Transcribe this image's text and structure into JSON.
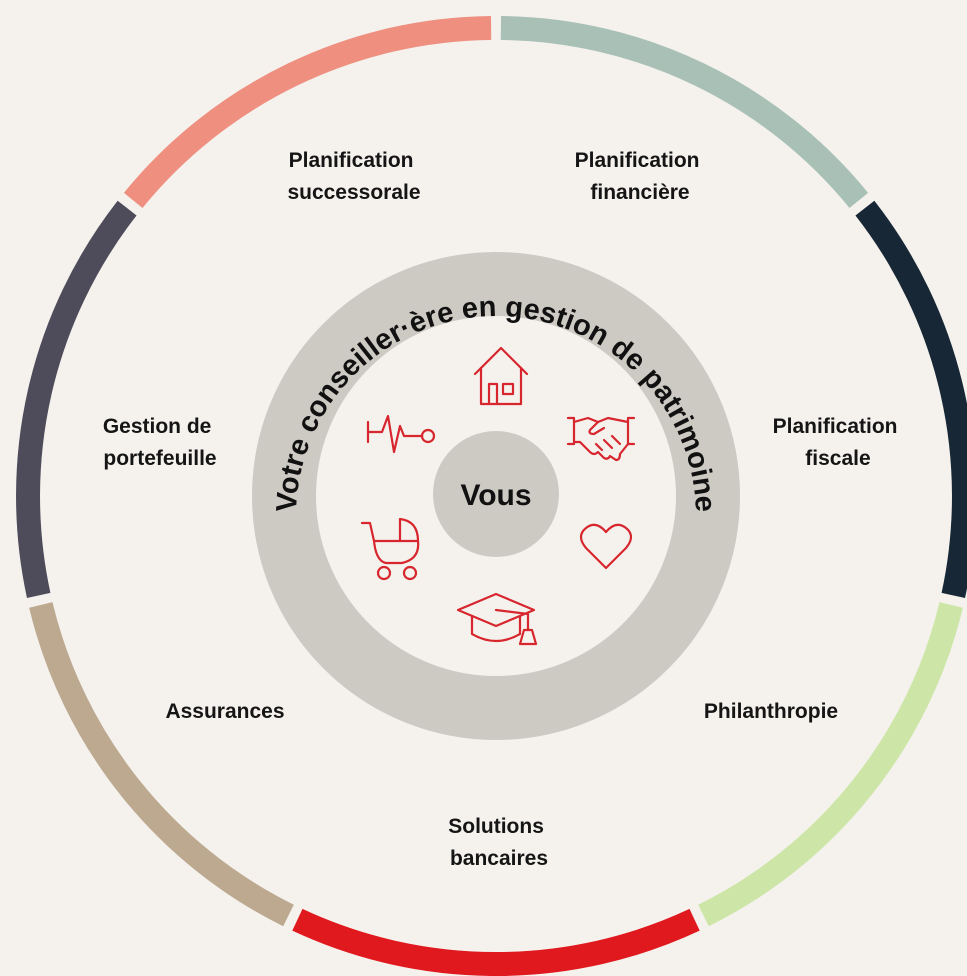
{
  "diagram": {
    "ring_title": "Votre conseiller·ère en gestion de patrimoine",
    "center_label": "Vous",
    "colors": {
      "background": "#f5f2ee",
      "ring": "#cdc9c3",
      "inner_disc": "#cdc9c3",
      "icon": "#d7262d"
    },
    "segments": [
      {
        "label": "Planification financière",
        "lines": [
          "Planification",
          "financière"
        ],
        "color": "#a8c0b6"
      },
      {
        "label": "Planification fiscale",
        "lines": [
          "Planification",
          "fiscale"
        ],
        "color": "#172735"
      },
      {
        "label": "Philanthropie",
        "lines": [
          "Philanthropie"
        ],
        "color": "#cde6a8"
      },
      {
        "label": "Solutions bancaires",
        "lines": [
          "Solutions",
          "bancaires"
        ],
        "color": "#e0191e"
      },
      {
        "label": "Assurances",
        "lines": [
          "Assurances"
        ],
        "color": "#bca990"
      },
      {
        "label": "Gestion de portefeuille",
        "lines": [
          "Gestion de",
          "portefeuille"
        ],
        "color": "#4e4c5a"
      },
      {
        "label": "Planification successorale",
        "lines": [
          "Planification",
          "successorale"
        ],
        "color": "#ef8f80"
      }
    ],
    "icons": [
      "house-icon",
      "handshake-icon",
      "heart-icon",
      "graduation-cap-icon",
      "stroller-icon",
      "heartbeat-icon"
    ]
  }
}
